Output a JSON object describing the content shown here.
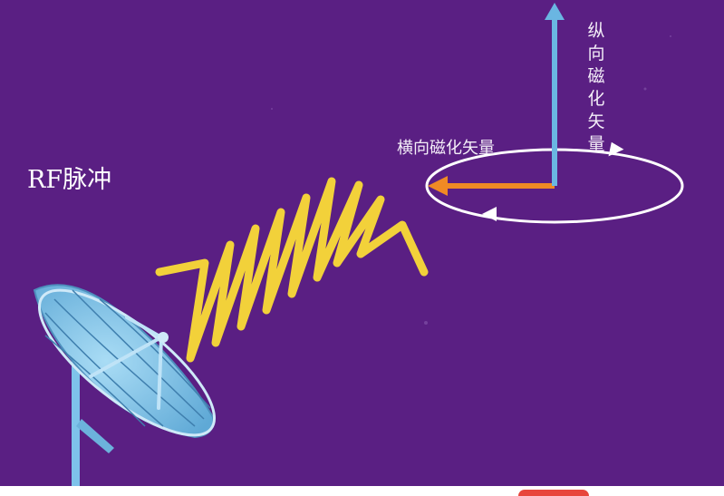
{
  "labels": {
    "rf_pulse": "RF脉冲",
    "transverse_vector": "横向磁化矢量",
    "longitudinal_vector": "纵向磁化矢量"
  },
  "colors": {
    "background": "#5a1f83",
    "dish": "#7ec3ea",
    "wave": "#f2d13a",
    "longitudinal_arrow": "#6ab6e2",
    "transverse_arrow": "#f08a24",
    "ellipse": "#ffffff",
    "text": "#ffffff"
  },
  "icons": {
    "antenna": "satellite-dish-icon",
    "pulse": "zigzag-wave-icon"
  }
}
